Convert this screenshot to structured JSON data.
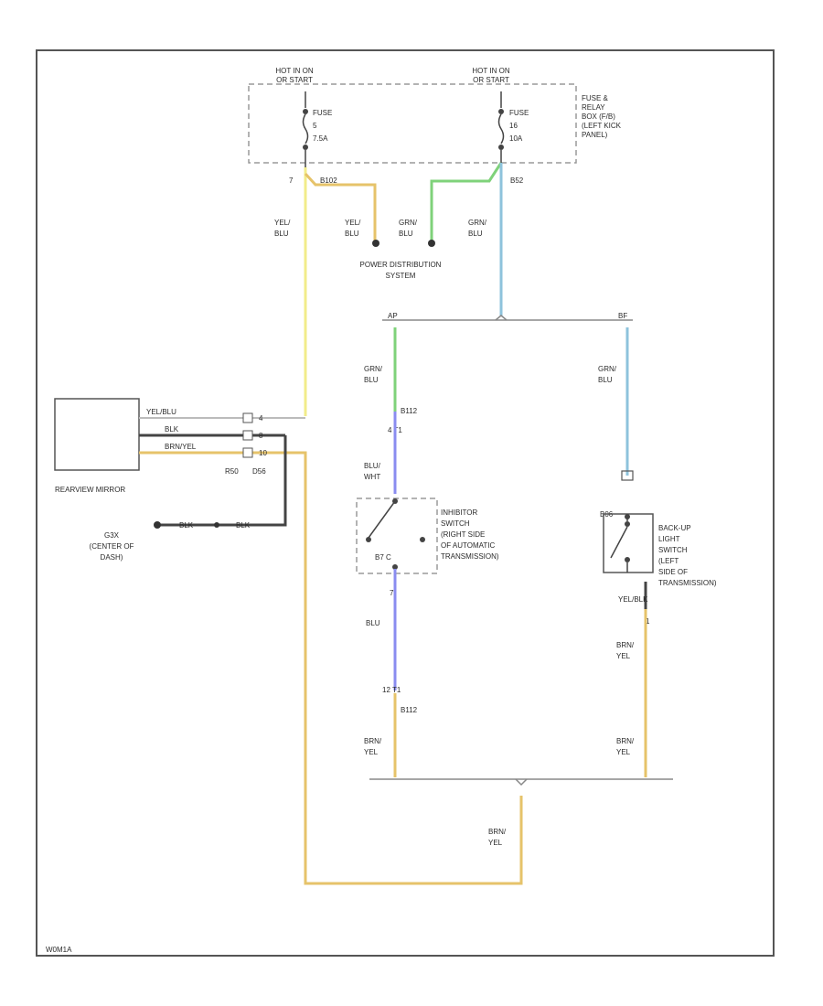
{
  "hot_labels": {
    "left": [
      "HOT IN ON",
      "OR START"
    ],
    "right": [
      "HOT IN ON",
      "OR START"
    ]
  },
  "fuses": {
    "left": [
      "FUSE",
      "5",
      "7.5A"
    ],
    "right": [
      "FUSE",
      "16",
      "10A"
    ]
  },
  "fuse_box_label": [
    "FUSE &",
    "RELAY",
    "BOX (F/B)",
    "(LEFT KICK",
    "PANEL)"
  ],
  "pins": {
    "fb_left_pin": "7",
    "fb_left_conn": "B102",
    "fb_right_conn": "B52",
    "pd_yel": "YEL/",
    "pd_blu": "BLU",
    "pd_grn": "GRN",
    "sp_ap": "AP",
    "sp_bf": "BF",
    "inh_conn_top": "B112",
    "inh_t1_top": "4  T1",
    "inh_pin_bot": "7",
    "inh_t1_bot": "12  T1",
    "inh_conn_bot": "B112",
    "mirror_pin_yel": "4",
    "mirror_pin_blk": "8",
    "mirror_pin_brn": "10",
    "mirror_conn_l": "R50",
    "mirror_conn_r": "D56",
    "backup_conn_top": "B06",
    "backup_pin_bot": "1"
  },
  "wire_labels": {
    "yel_blu_left": [
      "YEL/",
      "BLU"
    ],
    "yel_blu_pd": [
      "YEL/",
      "BLU"
    ],
    "grn_blu_pd": [
      "GRN/",
      "BLU"
    ],
    "grn_blu_right": [
      "GRN/",
      "BLU"
    ],
    "grn_blu_inh": [
      "GRN/",
      "BLU"
    ],
    "blu_wht_inh": [
      "BLU/",
      "WHT"
    ],
    "blu_inh_bot": "BLU",
    "brn_yel_inh": [
      "BRN/",
      "YEL"
    ],
    "grn_blu_backup": [
      "GRN/",
      "BLU"
    ],
    "brn_yel_backup1": [
      "BRN/",
      "YEL"
    ],
    "brn_yel_backup2": [
      "BRN/",
      "YEL"
    ],
    "brn_yel_bottom": [
      "BRN/",
      "YEL"
    ],
    "mirror_yel_blu": "YEL/BLU",
    "mirror_blk": "BLK",
    "mirror_brn_yel": "BRN/YEL",
    "ground_blk": "BLK",
    "ground_blk2": "BLK"
  },
  "components": {
    "power_dist": [
      "POWER DISTRIBUTION",
      "SYSTEM"
    ],
    "mirror": "REARVIEW MIRROR",
    "ground": [
      "G3X",
      "(CENTER OF",
      "DASH)"
    ],
    "inhibitor": [
      "INHIBITOR",
      "SWITCH",
      "(RIGHT SIDE",
      "OF AUTOMATIC",
      "TRANSMISSION)"
    ],
    "inhibitor_pins": "B7      C",
    "backup": [
      "BACK-UP",
      "LIGHT",
      "SWITCH",
      "(LEFT",
      "SIDE OF",
      "TRANSMISSION)"
    ],
    "backup_wire_top": "YEL/BLK"
  },
  "diagram_code": "W0M1A",
  "colors": {
    "yellow": "#f2ec8a",
    "blue": "#8ec3dc",
    "green": "#7fd27a",
    "violet": "#8a8cf0",
    "tan": "#e6c36a",
    "dark": "#444444",
    "frame": "#555555",
    "dash": "#9a9a9a"
  }
}
